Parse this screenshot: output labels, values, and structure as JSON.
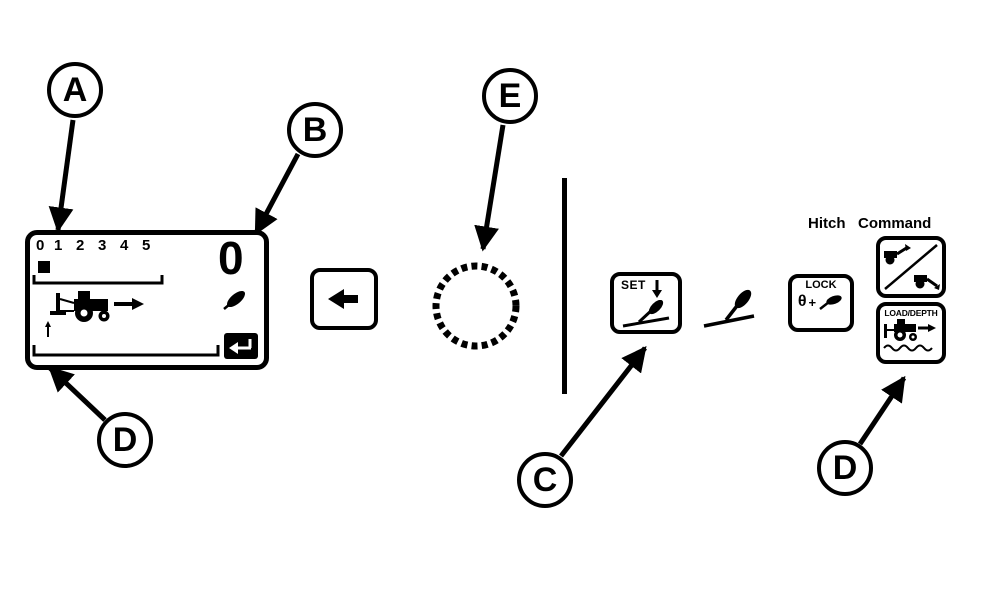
{
  "callouts": {
    "a": "A",
    "b": "B",
    "c": "C",
    "d": "D",
    "e": "E"
  },
  "display": {
    "scale": [
      "0",
      "1",
      "2",
      "3",
      "4",
      "5"
    ],
    "value": "0"
  },
  "buttons": {
    "set": {
      "label": "SET"
    },
    "lock": {
      "label": "LOCK",
      "theta": "θ",
      "plus": "+"
    },
    "load_depth": {
      "label": "LOAD/DEPTH"
    }
  },
  "headings": {
    "hitch": "Hitch",
    "command": "Command"
  },
  "icons": {
    "back_button": "left-arrow",
    "knob": "knurled-rotary-dial",
    "set_button": "lever-with-down-arrow",
    "lock_button": "theta-plus-lever",
    "hitch_toggle_button": "tractor-raise-lower",
    "load_depth_button": "tractor-load-depth",
    "display_tractor": "tractor-with-implement-arrow",
    "display_lever": "lever-handle",
    "display_return": "return-arrow",
    "mid_lever": "lever-handle"
  }
}
